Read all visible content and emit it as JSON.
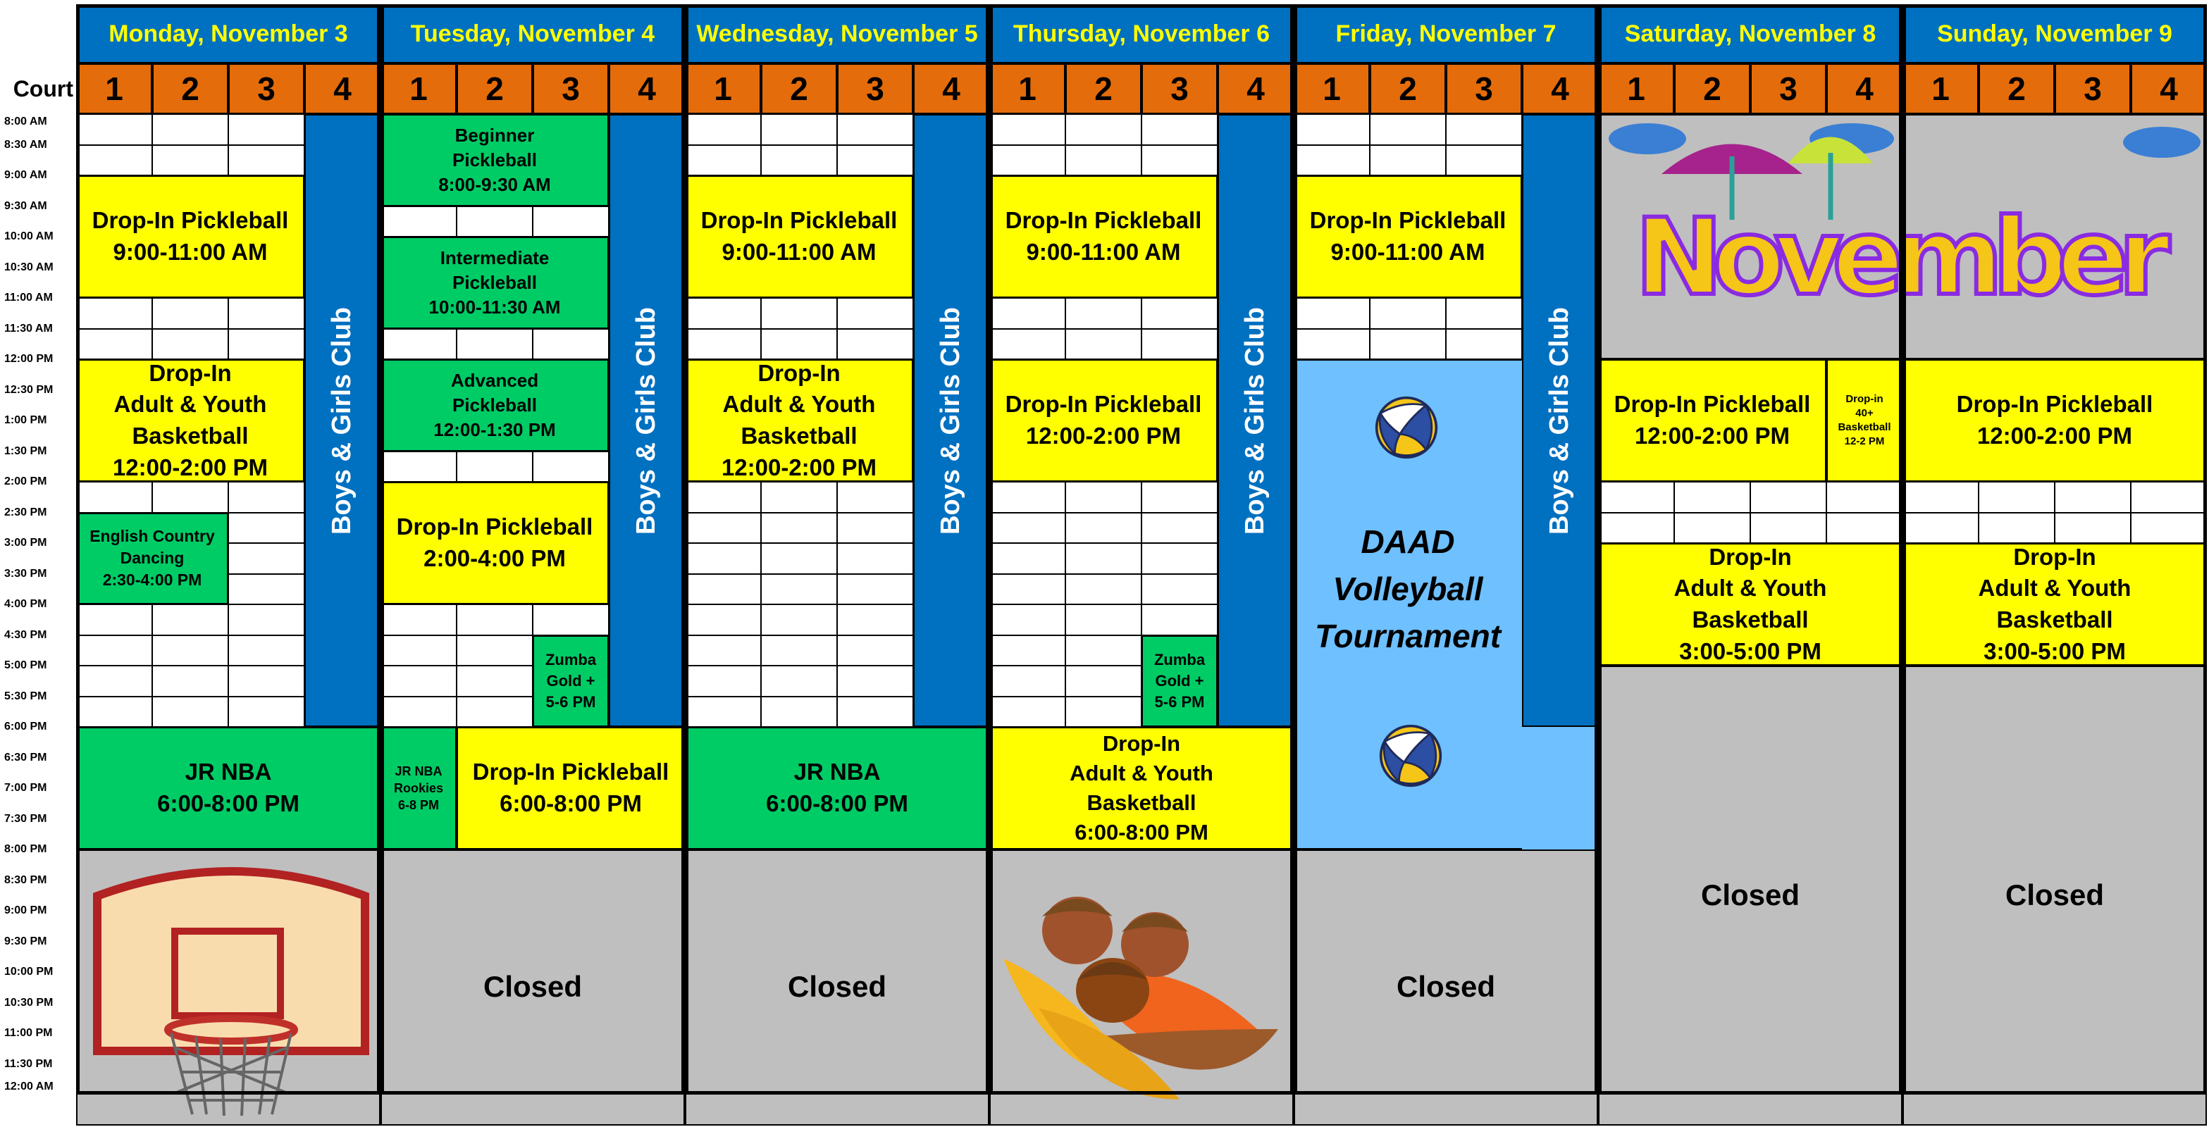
{
  "court_label": "Court",
  "days": [
    {
      "name": "Monday,  November 3"
    },
    {
      "name": "Tuesday,  November 4"
    },
    {
      "name": "Wednesday,  November 5"
    },
    {
      "name": "Thursday,  November 6"
    },
    {
      "name": "Friday,  November 7"
    },
    {
      "name": "Saturday,  November 8"
    },
    {
      "name": "Sunday,  November 9"
    }
  ],
  "courts": [
    "1",
    "2",
    "3",
    "4"
  ],
  "times": [
    "8:00 AM",
    "8:30 AM",
    "9:00 AM",
    "9:30 AM",
    "10:00 AM",
    "10:30 AM",
    "11:00 AM",
    "11:30 AM",
    "12:00 PM",
    "12:30 PM",
    "1:00 PM",
    "1:30 PM",
    "2:00 PM",
    "2:30 PM",
    "3:00 PM",
    "3:30 PM",
    "4:00 PM",
    "4:30 PM",
    "5:00 PM",
    "5:30 PM",
    "6:00 PM",
    "6:30 PM",
    "7:00 PM",
    "7:30 PM",
    "8:00 PM",
    "8:30 PM",
    "9:00 PM",
    "9:30 PM",
    "10:00 PM",
    "10:30 PM",
    "11:00 PM",
    "11:30 PM",
    "12:00 AM"
  ],
  "colors": {
    "header_bg": "#0070c0",
    "header_text": "#ffff00",
    "court_bg": "#e46c0a",
    "pickleball": "#ffff00",
    "program": "#00cc66",
    "closed": "#bfbfbf",
    "club": "#0070c0",
    "volleyball": "#6ec0ff"
  },
  "events": [
    {
      "day": 0,
      "c0": 0,
      "c1": 3,
      "s": 2,
      "e": 6,
      "color": "yellow",
      "lines": [
        "Drop-In Pickleball",
        "9:00-11:00 AM"
      ],
      "size": 33
    },
    {
      "day": 0,
      "c0": 0,
      "c1": 3,
      "s": 8,
      "e": 12,
      "color": "yellow",
      "lines": [
        "Drop-In",
        "Adult & Youth",
        "Basketball",
        "12:00-2:00 PM"
      ],
      "size": 33
    },
    {
      "day": 0,
      "c0": 0,
      "c1": 2,
      "s": 13,
      "e": 16,
      "color": "green",
      "lines": [
        "English Country",
        "Dancing",
        "2:30-4:00 PM"
      ],
      "size": 23
    },
    {
      "day": 0,
      "c0": 3,
      "c1": 4,
      "s": 0,
      "e": 20,
      "color": "blue",
      "vertical": "Boys & Girls Club"
    },
    {
      "day": 0,
      "c0": 0,
      "c1": 4,
      "s": 20,
      "e": 24,
      "color": "green",
      "lines": [
        "JR NBA",
        "6:00-8:00 PM"
      ],
      "size": 33
    },
    {
      "day": 0,
      "c0": 0,
      "c1": 4,
      "s": 24,
      "e": 33,
      "color": "gray",
      "picture": "basketball-hoop",
      "lines": []
    },
    {
      "day": 1,
      "c0": 0,
      "c1": 3,
      "s": 0,
      "e": 3,
      "color": "green",
      "lines": [
        "Beginner",
        "Pickleball",
        "8:00-9:30 AM"
      ],
      "size": 26
    },
    {
      "day": 1,
      "c0": 0,
      "c1": 3,
      "s": 4,
      "e": 7,
      "color": "green",
      "lines": [
        "Intermediate",
        "Pickleball",
        "10:00-11:30 AM"
      ],
      "size": 26
    },
    {
      "day": 1,
      "c0": 0,
      "c1": 3,
      "s": 8,
      "e": 11,
      "color": "green",
      "lines": [
        "Advanced",
        "Pickleball",
        "12:00-1:30 PM"
      ],
      "size": 26
    },
    {
      "day": 1,
      "c0": 0,
      "c1": 3,
      "s": 12,
      "e": 16,
      "color": "yellow",
      "lines": [
        "Drop-In Pickleball",
        "2:00-4:00 PM"
      ],
      "size": 33
    },
    {
      "day": 1,
      "c0": 2,
      "c1": 3,
      "s": 17,
      "e": 20,
      "color": "green",
      "lines": [
        "Zumba",
        "Gold +",
        "5-6 PM"
      ],
      "size": 22
    },
    {
      "day": 1,
      "c0": 3,
      "c1": 4,
      "s": 0,
      "e": 20,
      "color": "blue",
      "vertical": "Boys & Girls Club"
    },
    {
      "day": 1,
      "c0": 0,
      "c1": 1,
      "s": 20,
      "e": 24,
      "color": "green",
      "lines": [
        "JR NBA",
        "Rookies",
        "6-8 PM"
      ],
      "size": 18
    },
    {
      "day": 1,
      "c0": 1,
      "c1": 4,
      "s": 20,
      "e": 24,
      "color": "yellow",
      "lines": [
        "Drop-In Pickleball",
        "6:00-8:00 PM"
      ],
      "size": 33
    },
    {
      "day": 1,
      "c0": 0,
      "c1": 4,
      "s": 24,
      "e": 33,
      "color": "gray",
      "lines": [
        "Closed"
      ],
      "size": 42
    },
    {
      "day": 2,
      "c0": 0,
      "c1": 3,
      "s": 2,
      "e": 6,
      "color": "yellow",
      "lines": [
        "Drop-In Pickleball",
        "9:00-11:00 AM"
      ],
      "size": 33
    },
    {
      "day": 2,
      "c0": 0,
      "c1": 3,
      "s": 8,
      "e": 12,
      "color": "yellow",
      "lines": [
        "Drop-In",
        "Adult & Youth",
        "Basketball",
        "12:00-2:00 PM"
      ],
      "size": 33
    },
    {
      "day": 2,
      "c0": 3,
      "c1": 4,
      "s": 0,
      "e": 20,
      "color": "blue",
      "vertical": "Boys & Girls Club"
    },
    {
      "day": 2,
      "c0": 0,
      "c1": 4,
      "s": 20,
      "e": 24,
      "color": "green",
      "lines": [
        "JR NBA",
        "6:00-8:00 PM"
      ],
      "size": 33
    },
    {
      "day": 2,
      "c0": 0,
      "c1": 4,
      "s": 24,
      "e": 33,
      "color": "gray",
      "lines": [
        "Closed"
      ],
      "size": 42
    },
    {
      "day": 3,
      "c0": 0,
      "c1": 3,
      "s": 2,
      "e": 6,
      "color": "yellow",
      "lines": [
        "Drop-In Pickleball",
        "9:00-11:00 AM"
      ],
      "size": 33
    },
    {
      "day": 3,
      "c0": 0,
      "c1": 3,
      "s": 8,
      "e": 12,
      "color": "yellow",
      "lines": [
        "Drop-In Pickleball",
        "12:00-2:00 PM"
      ],
      "size": 33
    },
    {
      "day": 3,
      "c0": 2,
      "c1": 3,
      "s": 17,
      "e": 20,
      "color": "green",
      "lines": [
        "Zumba",
        "Gold +",
        "5-6 PM"
      ],
      "size": 22
    },
    {
      "day": 3,
      "c0": 3,
      "c1": 4,
      "s": 0,
      "e": 20,
      "color": "blue",
      "vertical": "Boys & Girls Club"
    },
    {
      "day": 3,
      "c0": 0,
      "c1": 4,
      "s": 20,
      "e": 24,
      "color": "yellow",
      "lines": [
        "Drop-In",
        "Adult & Youth",
        "Basketball",
        "6:00-8:00 PM"
      ],
      "size": 31
    },
    {
      "day": 3,
      "c0": 0,
      "c1": 4,
      "s": 24,
      "e": 33,
      "color": "gray",
      "picture": "autumn-leaves-acorns",
      "lines": []
    },
    {
      "day": 4,
      "c0": 0,
      "c1": 3,
      "s": 2,
      "e": 6,
      "color": "yellow",
      "lines": [
        "Drop-In Pickleball",
        "9:00-11:00 AM"
      ],
      "size": 33
    },
    {
      "day": 4,
      "c0": 3,
      "c1": 4,
      "s": 0,
      "e": 20,
      "color": "blue",
      "vertical": "Boys & Girls Club"
    },
    {
      "day": 4,
      "c0": 0,
      "c1": 4,
      "s": 24,
      "e": 33,
      "color": "gray",
      "lines": [
        "Closed"
      ],
      "size": 42
    },
    {
      "day": 5,
      "c0": 0,
      "c1": 3,
      "s": 8,
      "e": 12,
      "color": "yellow",
      "lines": [
        "Drop-In Pickleball",
        "12:00-2:00 PM"
      ],
      "size": 33
    },
    {
      "day": 5,
      "c0": 3,
      "c1": 4,
      "s": 8,
      "e": 12,
      "color": "yellow",
      "lines": [
        "Drop-in",
        "40+",
        "Basketball",
        "12-2 PM"
      ],
      "size": 15
    },
    {
      "day": 5,
      "c0": 0,
      "c1": 4,
      "s": 14,
      "e": 18,
      "color": "yellow",
      "lines": [
        "Drop-In",
        "Adult & Youth",
        "Basketball",
        "3:00-5:00 PM"
      ],
      "size": 33
    },
    {
      "day": 5,
      "c0": 0,
      "c1": 4,
      "s": 18,
      "e": 33,
      "color": "gray",
      "lines": [
        "Closed"
      ],
      "size": 42
    },
    {
      "day": 6,
      "c0": 0,
      "c1": 4,
      "s": 8,
      "e": 12,
      "color": "yellow",
      "lines": [
        "Drop-In Pickleball",
        "12:00-2:00 PM"
      ],
      "size": 33
    },
    {
      "day": 6,
      "c0": 0,
      "c1": 4,
      "s": 14,
      "e": 18,
      "color": "yellow",
      "lines": [
        "Drop-In",
        "Adult & Youth",
        "Basketball",
        "3:00-5:00 PM"
      ],
      "size": 33
    },
    {
      "day": 6,
      "c0": 0,
      "c1": 4,
      "s": 18,
      "e": 33,
      "color": "gray",
      "lines": [
        "Closed"
      ],
      "size": 42
    }
  ],
  "tournament": {
    "day": 4,
    "lines": [
      "DAAD",
      "Volleyball",
      "Tournament"
    ]
  },
  "banner_word": "November"
}
